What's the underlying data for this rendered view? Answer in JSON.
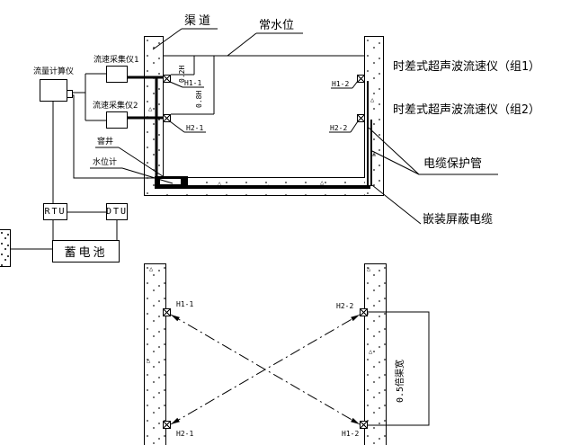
{
  "colors": {
    "line": "#000000",
    "background": "#ffffff"
  },
  "cross_section": {
    "channel_label": "渠道",
    "water_level_label": "常水位",
    "dim_upper": "0.2H",
    "dim_lower": "0.8H",
    "manhole_label": "窨井",
    "water_gauge_label": "水位计",
    "transducers": {
      "h11": "H1-1",
      "h21": "H2-1",
      "h12": "H1-2",
      "h22": "H2-2"
    }
  },
  "annotations": {
    "group1": "时差式超声波流速仪（组1）",
    "group2": "时差式超声波流速仪（组2）",
    "cable_pipe": "电缆保护管",
    "embedded_cable": "嵌装屏蔽电缆"
  },
  "equipment": {
    "flow_calculator": "流量计算仪",
    "collector1": "流速采集仪1",
    "collector2": "流速采集仪2",
    "rtu": "RTU",
    "dtu": "DTU",
    "battery": "蓄电池"
  },
  "plan_view": {
    "spacing_dim": "0.5倍渠宽",
    "transducers": {
      "h11": "H1-1",
      "h22": "H2-2",
      "h21": "H2-1",
      "h12": "H1-2"
    }
  }
}
